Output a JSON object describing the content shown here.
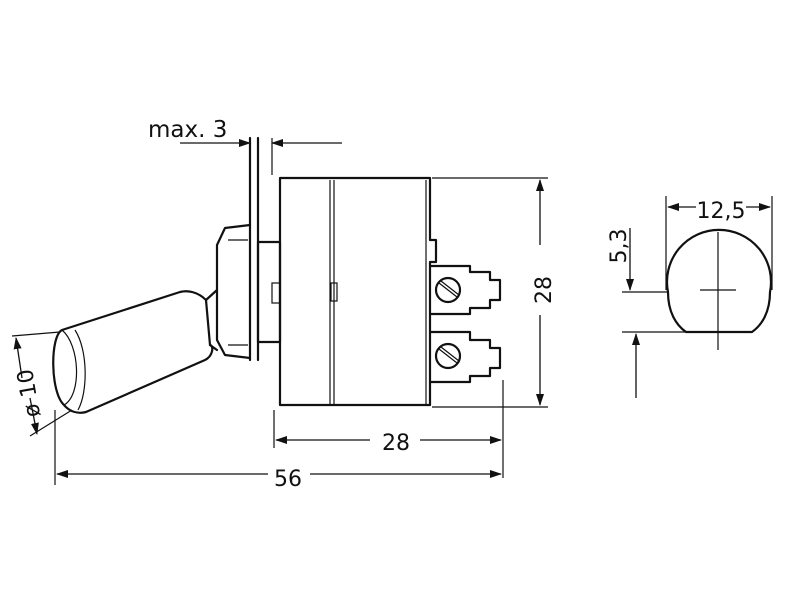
{
  "dimensions": {
    "max_gap": "max. 3",
    "body_length": "28",
    "body_height": "28",
    "overall_length": "56",
    "lever_diameter": "ø 10",
    "section_width": "12,5",
    "section_flat": "5,3"
  },
  "colors": {
    "line": "#111111",
    "background": "#ffffff"
  }
}
